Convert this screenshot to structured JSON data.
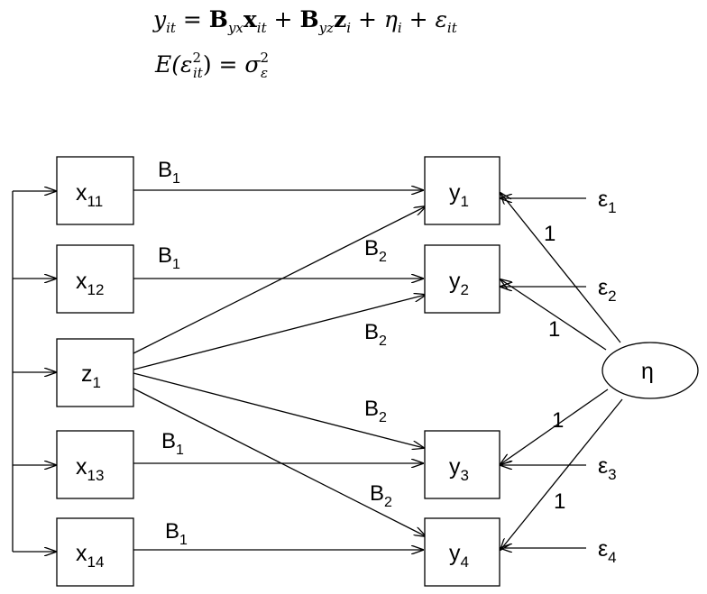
{
  "equations": {
    "eq1": {
      "y": "y",
      "it": "it",
      "eq": " = ",
      "B": "B",
      "yx": "yx",
      "x": "x",
      "plus": " + ",
      "yz": "yz",
      "z": "z",
      "i": "i",
      "eta": "η",
      "eps": "ε"
    },
    "eq2": {
      "E": "E(",
      "eps": "ε",
      "sq": "2",
      "it": "it",
      "close": ") = ",
      "sigma": "σ",
      "sub": "ε"
    }
  },
  "nodes": {
    "x11": {
      "base": "x",
      "sub": "11"
    },
    "x12": {
      "base": "x",
      "sub": "12"
    },
    "z1": {
      "base": "z",
      "sub": "1"
    },
    "x13": {
      "base": "x",
      "sub": "13"
    },
    "x14": {
      "base": "x",
      "sub": "14"
    },
    "y1": {
      "base": "y",
      "sub": "1"
    },
    "y2": {
      "base": "y",
      "sub": "2"
    },
    "y3": {
      "base": "y",
      "sub": "3"
    },
    "y4": {
      "base": "y",
      "sub": "4"
    },
    "eta": {
      "label": "η"
    }
  },
  "errors": {
    "e1": {
      "base": "ε",
      "sub": "1"
    },
    "e2": {
      "base": "ε",
      "sub": "2"
    },
    "e3": {
      "base": "ε",
      "sub": "3"
    },
    "e4": {
      "base": "ε",
      "sub": "4"
    }
  },
  "path_labels": {
    "b1": {
      "base": "B",
      "sub": "1"
    },
    "b2": {
      "base": "B",
      "sub": "2"
    },
    "one": "1"
  }
}
